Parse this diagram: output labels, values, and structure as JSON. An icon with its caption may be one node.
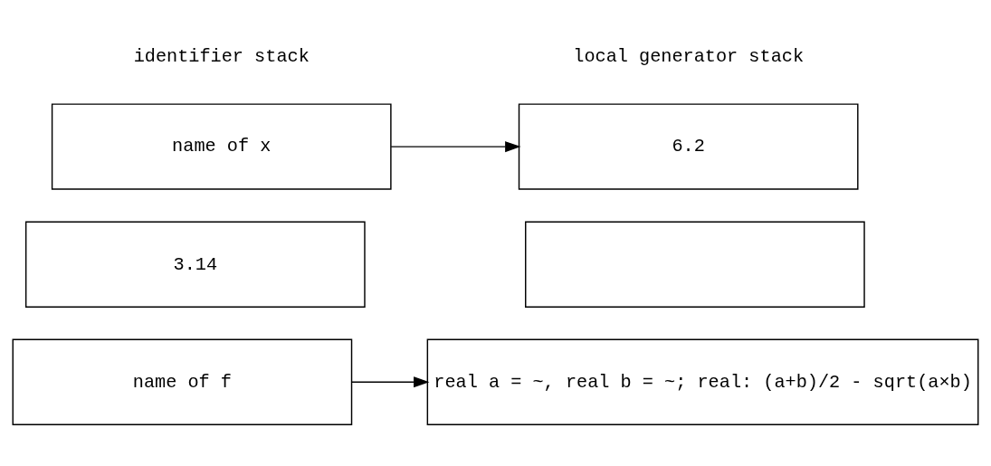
{
  "diagram": {
    "nodes": [
      {
        "text": [
          "name of x"
        ]
      },
      {
        "text": [
          "6.2"
        ]
      },
      {
        "text": [
          "3.14"
        ]
      },
      {
        "text": [],
        "shape": "box"
      },
      {
        "text": [
          "name of f"
        ]
      },
      {
        "text": [
          "real a = ~, real b = ~; real: (a+b)/2 - sqrt(a×b)"
        ]
      }
    ],
    "edges": [
      {
        "from": 0,
        "to": 1,
        "arrow": "to"
      },
      {
        "from": 4,
        "to": 5,
        "arrow": "to"
      }
    ],
    "labels": [
      "identifier stack",
      "local generator stack"
    ]
  }
}
